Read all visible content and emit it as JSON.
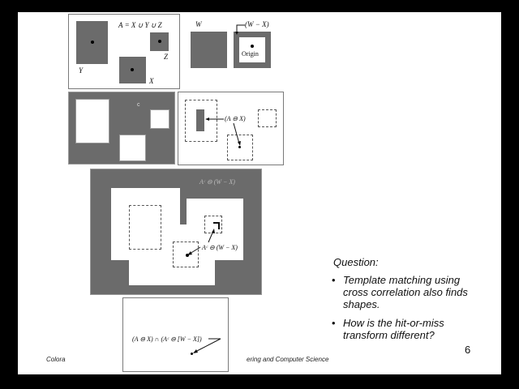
{
  "slide": {
    "page_number": "6",
    "footer_left": "Colorado",
    "footer_right": "Electrical Engineering and Computer Science",
    "footer_left_visible": "Colora",
    "footer_right_visible": "ering and Computer Science"
  },
  "figure": {
    "panel_a": {
      "equation": "A = X ∪ Y ∪ Z",
      "labels": {
        "x": "X",
        "y": "Y",
        "z": "Z"
      }
    },
    "panel_b": {
      "w_label": "W",
      "wx_label": "(W − X)",
      "origin_label": "Origin"
    },
    "panel_c": {
      "label": "c"
    },
    "panel_d": {
      "label": "(A ⊖ X)"
    },
    "panel_e": {
      "title": "Aᶜ ⊖ (W − X)",
      "label": "Aᶜ ⊖ (W − X)"
    },
    "panel_f": {
      "label": "(A ⊖ X) ∩ (Aᶜ ⊖ [W − X])"
    }
  },
  "question": {
    "title": "Question:",
    "bullets": [
      "Template matching using cross correlation also finds shapes.",
      "How is the hit-or-miss transform different?"
    ],
    "bullet_glyph": "•"
  },
  "colors": {
    "slide_bg": "#ffffff",
    "frame_bg": "#000000",
    "shape_gray": "#6b6b6b",
    "text": "#111111"
  }
}
